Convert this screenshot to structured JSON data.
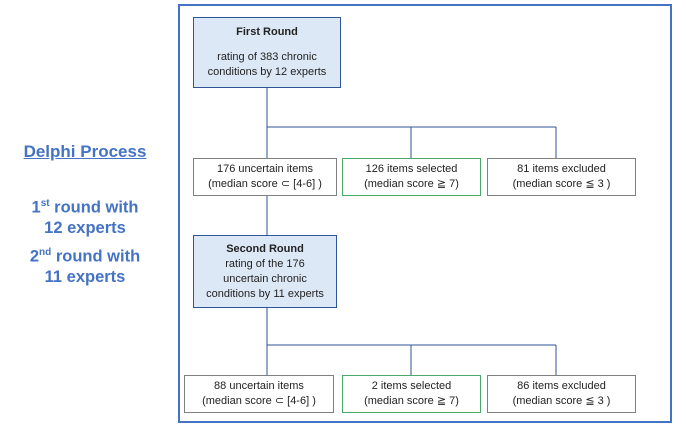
{
  "sidebar": {
    "title": "Delphi Process",
    "round1_ordinal": "1",
    "round1_suffix": "st",
    "round1_text": " round with",
    "round1_experts": "12 experts",
    "round2_ordinal": "2",
    "round2_suffix": "nd",
    "round2_text": " round with",
    "round2_experts": "11 experts"
  },
  "first_round": {
    "title": "First Round",
    "line1": "rating of 383 chronic",
    "line2": "conditions by 12 experts"
  },
  "round1_results": {
    "uncertain": {
      "line1": "176 uncertain items",
      "line2": "(median score ⊂ [4-6] )"
    },
    "selected": {
      "line1": "126 items selected",
      "line2": "(median score ≧ 7)"
    },
    "excluded": {
      "line1": "81 items excluded",
      "line2": "(median score ≦ 3 )"
    }
  },
  "second_round": {
    "title": "Second Round",
    "line1": "rating of the 176",
    "line2": "uncertain chronic",
    "line3": "conditions by 11 experts"
  },
  "round2_results": {
    "uncertain": {
      "line1": "88 uncertain items",
      "line2": "(median score ⊂ [4-6] )"
    },
    "selected": {
      "line1": "2 items selected",
      "line2": "(median score ≧ 7)"
    },
    "excluded": {
      "line1": "86 items excluded",
      "line2": "(median score ≦ 3 )"
    }
  },
  "colors": {
    "accent": "#4472c4",
    "round_fill": "#dde8f6",
    "connector": "#2f5597",
    "selected_border": "#4ea86a",
    "neutral_border": "#7f7f7f"
  }
}
